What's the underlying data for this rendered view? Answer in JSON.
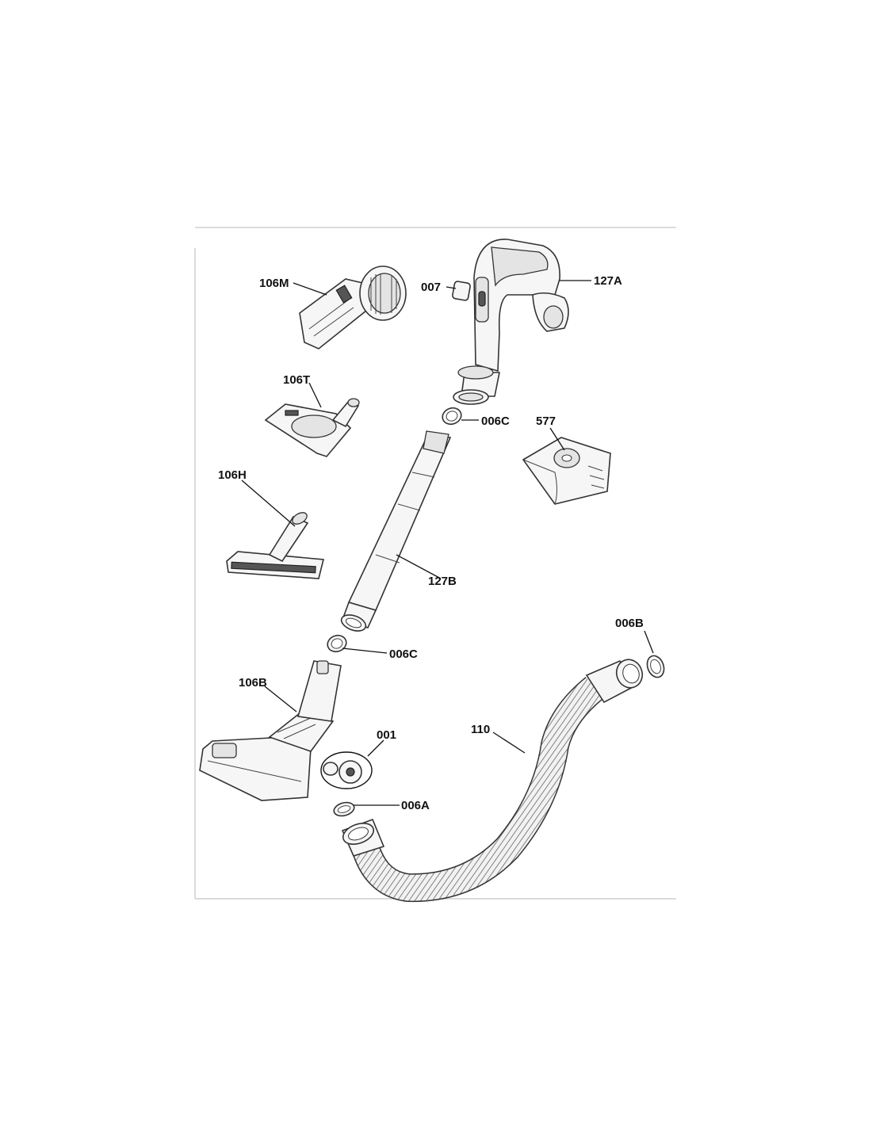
{
  "labels": {
    "p106M": "106M",
    "p007": "007",
    "p127A": "127A",
    "p106T": "106T",
    "p006C_top": "006C",
    "p577": "577",
    "p106H": "106H",
    "p127B": "127B",
    "p006B": "006B",
    "p006C_bottom": "006C",
    "p106B": "106B",
    "p001": "001",
    "p110": "110",
    "p006A": "006A"
  }
}
